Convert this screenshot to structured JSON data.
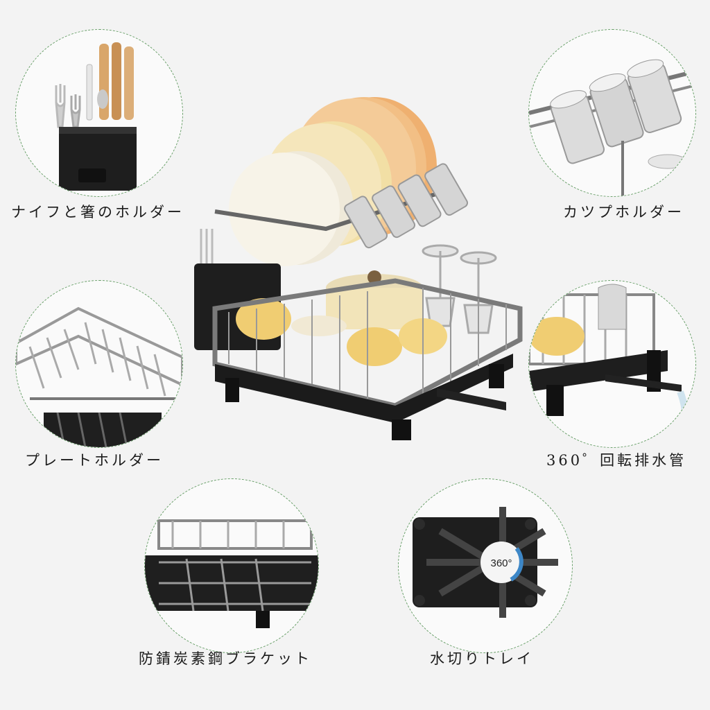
{
  "features": {
    "knife_holder": {
      "label": "ナイフと箸のホルダー"
    },
    "cup_holder": {
      "label": "カツプホルダー"
    },
    "plate_holder": {
      "label": "プレートホルダー"
    },
    "drain_spout": {
      "label": "360゜回転排水管"
    },
    "bracket": {
      "label": "防錆炭素鋼ブラケット"
    },
    "drain_tray": {
      "label": "水切りトレイ",
      "badge": "360°"
    }
  },
  "colors": {
    "background": "#f3f3f3",
    "circle_border": "#6aa06a",
    "frame": "#2a2a2a",
    "wire": "#8a8a8a",
    "plate_orange": "#efb070",
    "plate_yellow": "#f2dfa5",
    "plate_cream": "#f6f1e2",
    "cup_yellow": "#f0cd72"
  },
  "icons": [
    "fork-icon",
    "knife-icon",
    "glass-icon",
    "rotate-arrow-icon",
    "plate-icon"
  ]
}
